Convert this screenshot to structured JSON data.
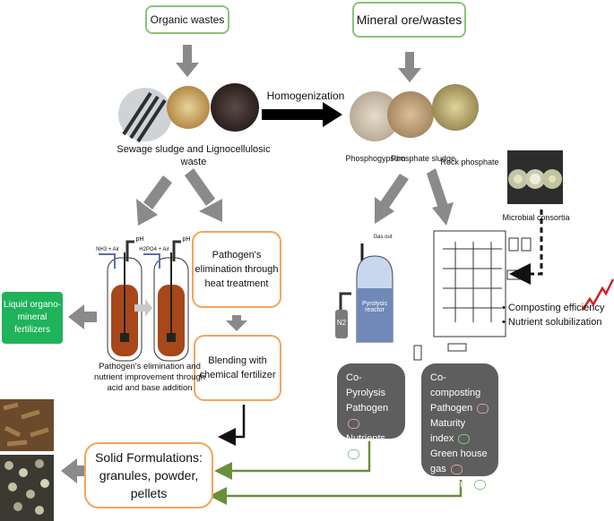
{
  "top": {
    "organic_wastes": "Organic wastes",
    "mineral_wastes": "Mineral ore/wastes",
    "homogenization": "Homogenization",
    "sludge_caption_line1": "Sewage sludge and Lignocellulosic",
    "sludge_caption_line2": "waste"
  },
  "minerals": {
    "phosphogypsum": "Phosphogypsum",
    "phosphate_sludge": "Phosphate sludge",
    "rock_phosphate": "Rock phosphate"
  },
  "microbial": {
    "caption": "Microbial consortia"
  },
  "benefits": {
    "composting_efficiency": "Composting efficiency",
    "nutrient_solubilization": "Nutrient solubilization"
  },
  "pathogen_heat": {
    "line1": "Pathogen's",
    "line2": "elimination through",
    "line3": "heat treatment"
  },
  "blending": {
    "line1": "Blending with",
    "line2": "chemical fertilizer"
  },
  "liquid": {
    "line1": "Liquid organo-",
    "line2": "mineral",
    "line3": "fertilizers"
  },
  "acid_base": {
    "line1": "Pathogen's elimination and",
    "line2": "nutrient improvement through",
    "line3": "acid and base addition",
    "reagent_left": "NH3 + Air",
    "reagent_right": "H2PO4 + Air",
    "ph": "pH"
  },
  "pyrolysis": {
    "gas_out": "Gas out",
    "n2": "N2",
    "reactor": "Pyrolysis reactor"
  },
  "copyrolysis": {
    "title": "Co-Pyrolysis",
    "pathogen": "Pathogen",
    "nutrients": "Nutrients"
  },
  "cocomposting": {
    "title": "Co-composting",
    "pathogen": "Pathogen",
    "maturity": "Maturity index",
    "ghg": "Green house gas",
    "nutrients": "Nutrients"
  },
  "solid": {
    "line1": "Solid Formulations:",
    "line2": "granules, powder,",
    "line3": "pellets"
  },
  "colors": {
    "green_border": "#8ac27a",
    "orange_border": "#f5a35c",
    "grey_box": "#5e5e5e",
    "green_arrow": "#6a8f3a"
  }
}
